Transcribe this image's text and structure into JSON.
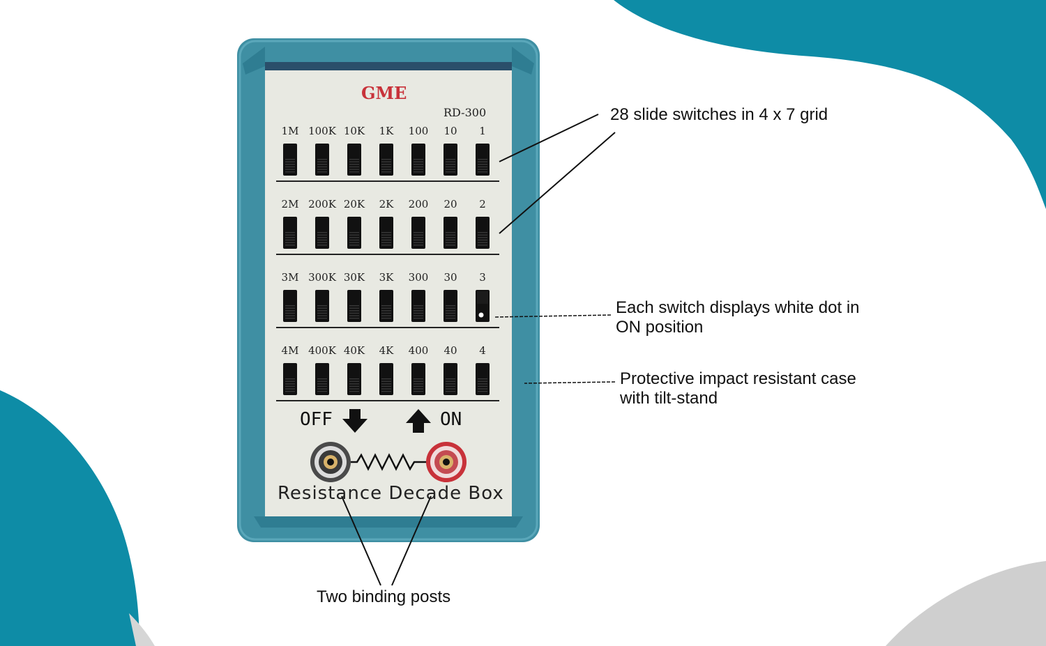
{
  "device": {
    "brand": "GME",
    "model": "RD-300",
    "title": "Resistance Decade Box",
    "off_label": "OFF",
    "on_label": "ON"
  },
  "switch_rows": [
    {
      "labels": [
        "1M",
        "100K",
        "10K",
        "1K",
        "100",
        "10",
        "1"
      ],
      "on": [
        false,
        false,
        false,
        false,
        false,
        false,
        false
      ]
    },
    {
      "labels": [
        "2M",
        "200K",
        "20K",
        "2K",
        "200",
        "20",
        "2"
      ],
      "on": [
        false,
        false,
        false,
        false,
        false,
        false,
        false
      ]
    },
    {
      "labels": [
        "3M",
        "300K",
        "30K",
        "3K",
        "300",
        "30",
        "3"
      ],
      "on": [
        false,
        false,
        false,
        false,
        false,
        false,
        true
      ]
    },
    {
      "labels": [
        "4M",
        "400K",
        "40K",
        "4K",
        "400",
        "40",
        "4"
      ],
      "on": [
        false,
        false,
        false,
        false,
        false,
        false,
        false
      ]
    }
  ],
  "callouts": {
    "switches": "28 slide switches in 4 x 7 grid",
    "white_dot_line1": "Each switch displays white dot in",
    "white_dot_line2": "ON position",
    "case_line1": "Protective impact resistant case",
    "case_line2": "with tilt-stand",
    "posts": "Two binding posts"
  },
  "colors": {
    "teal_accent": "#0e8ca6",
    "gray_accent": "#cfcfcf",
    "case_teal": "#3f8fa3",
    "panel": "#e8e9e2",
    "brand_red": "#c8323a"
  }
}
